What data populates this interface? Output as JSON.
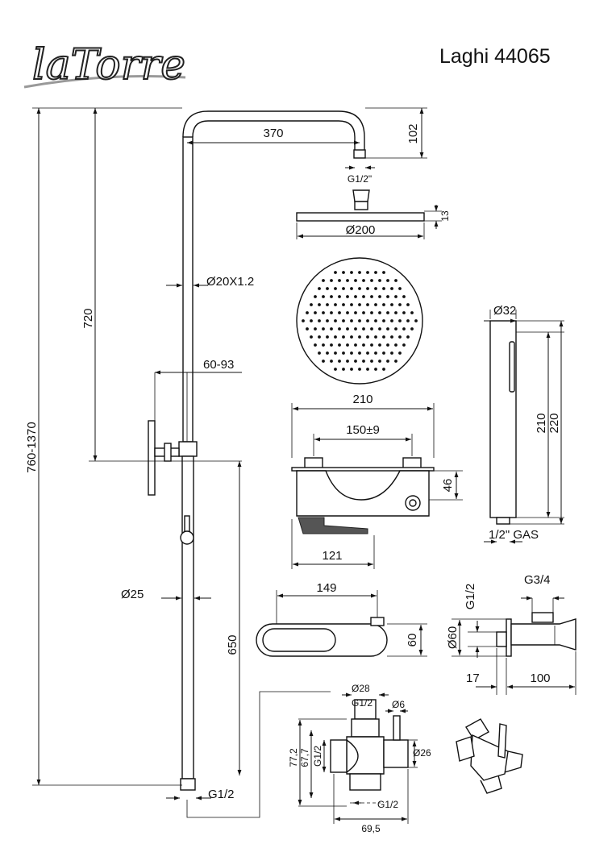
{
  "brand": {
    "logo_text": "laTorre"
  },
  "title": "Laghi 44065",
  "dimensions": {
    "arm_length": "370",
    "arm_drop": "102",
    "arm_thread": "G1/2\"",
    "head_thickness": "13",
    "head_diameter": "Ø200",
    "pipe": "Ø20X1.2",
    "riser_height": "720",
    "wall_offset": "60-93",
    "total_height": "760-1370",
    "hand_shower_diameter": "Ø32",
    "hand_shower_len_a": "210",
    "hand_shower_len_b": "220",
    "hand_shower_thread": "1/2\" GAS",
    "mixer_width": "210",
    "mixer_centres": "150±9",
    "mixer_height": "46",
    "mixer_spout": "121",
    "lower_pipe": "Ø25",
    "lower_height": "650",
    "bottom_thread": "G1/2",
    "body_length": "149",
    "body_height": "60",
    "eccentric_thread": "G1/2",
    "eccentric_dia": "Ø60",
    "eccentric_out": "G3/4",
    "eccentric_depth": "17",
    "eccentric_len": "100",
    "div_top_dia": "Ø28",
    "div_top_thread": "G1/2",
    "div_knob": "Ø6",
    "div_h1": "77,2",
    "div_h2": "67,7",
    "div_side_thread": "G1/2",
    "div_body_dia": "Ø26",
    "div_bottom_thread": "G1/2",
    "div_width": "69,5"
  }
}
